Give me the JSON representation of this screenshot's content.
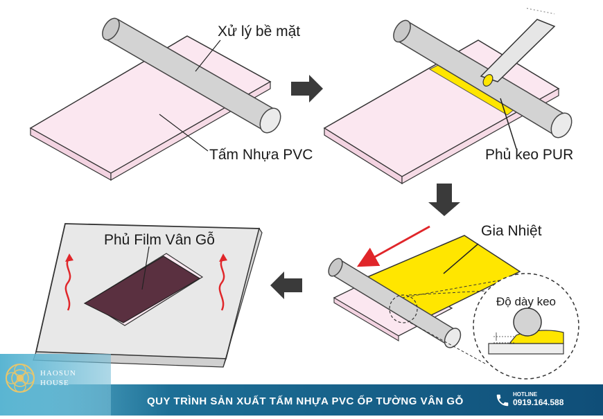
{
  "labels": {
    "surface_treatment": "Xử lý bề mặt",
    "pvc_sheet": "Tấm Nhựa PVC",
    "pur_glue": "Phủ keo PUR",
    "heating": "Gia Nhiệt",
    "glue_thickness": "Độ dày keo",
    "wood_film": "Phủ Film Vân Gỗ"
  },
  "footer": {
    "title": "QUY TRÌNH SẢN XUẤT TẤM NHỰA PVC ỐP TƯỜNG VÂN GỖ",
    "hotline_label": "HOTLINE",
    "hotline_number": "0919.164.588"
  },
  "logo": {
    "line1": "HAOSUN",
    "line2": "HOUSE",
    "icon": "lotus-emblem-icon"
  },
  "colors": {
    "sheet_pink": "#fbe7f0",
    "roller_gray": "#d2d2d2",
    "glue_yellow": "#ffe600",
    "film_brown": "#5a3040",
    "heat_red": "#e0262a",
    "arrow_dark": "#3a3a3a",
    "footer_blue": "#0f4e78"
  }
}
